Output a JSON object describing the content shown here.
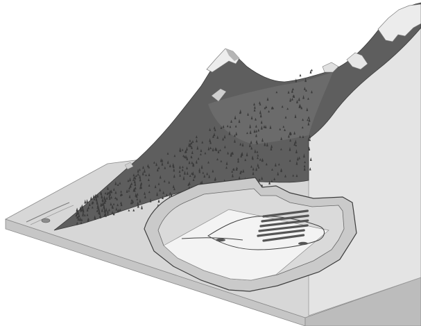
{
  "illustration": {
    "subject": "cutaway-block-diagram",
    "layers": [
      "terrain-block",
      "mountain-massif",
      "forest",
      "rock-peaks",
      "underground-cavern",
      "underground-installation",
      "access-road"
    ],
    "colors": {
      "background": "#ffffff",
      "block_top": "#d6d6d6",
      "block_front": "#c4c4c4",
      "block_side": "#e3e3e3",
      "mountain_slope": "#5c5c5c",
      "mountain_slope_light": "#7a7a7a",
      "forest": "#3b3b3b",
      "rock": "#efefef",
      "rock_shadow": "#a8a8a8",
      "cavern_wall": "#cfcfcf",
      "cavern_floor": "#f2f2f2",
      "outline": "#444444",
      "installation": "#555555"
    },
    "icons": [
      "mountain-icon",
      "tree-icon",
      "cavern-icon",
      "road-icon"
    ]
  }
}
